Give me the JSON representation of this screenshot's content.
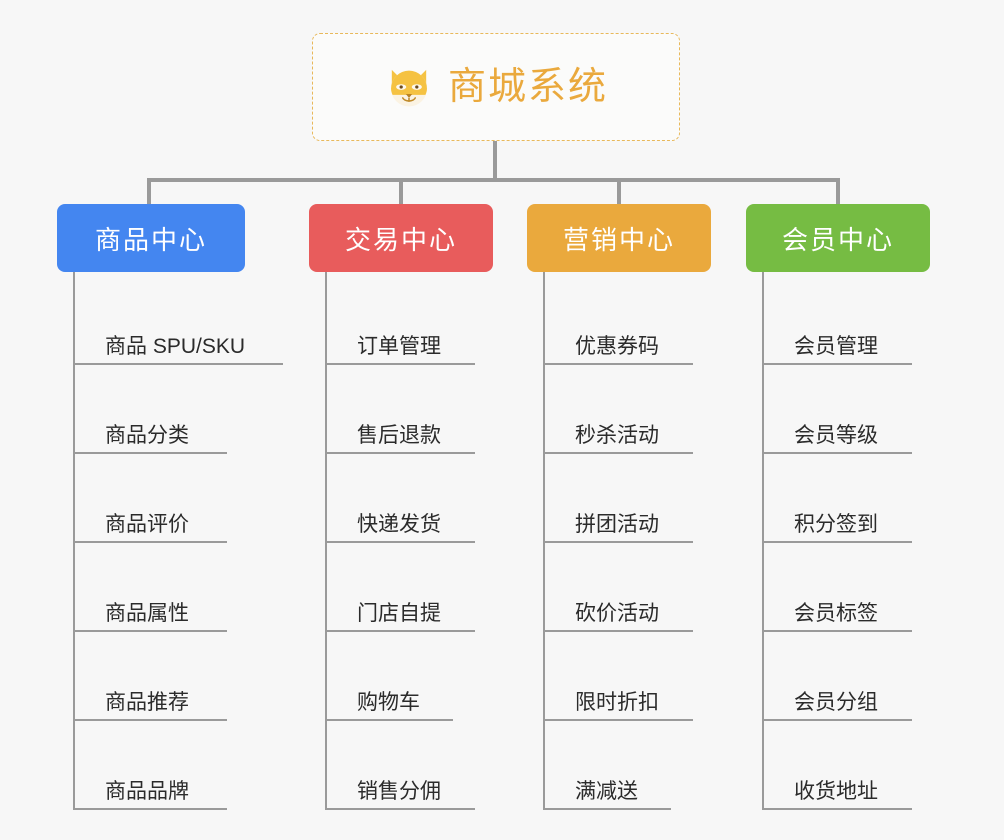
{
  "root": {
    "title": "商城系统",
    "icon": "shiba-dog-icon",
    "accent_color": "#eaa93d",
    "border_color": "#e8b85a"
  },
  "connector_color": "#9a9a9a",
  "columns": [
    {
      "label": "商品中心",
      "color": "#4486f0",
      "color_class": "blue",
      "items": [
        "商品 SPU/SKU",
        "商品分类",
        "商品评价",
        "商品属性",
        "商品推荐",
        "商品品牌"
      ]
    },
    {
      "label": "交易中心",
      "color": "#e85c5c",
      "color_class": "red",
      "items": [
        "订单管理",
        "售后退款",
        "快递发货",
        "门店自提",
        "购物车",
        "销售分佣"
      ]
    },
    {
      "label": "营销中心",
      "color": "#eaa93d",
      "color_class": "orange",
      "items": [
        "优惠券码",
        "秒杀活动",
        "拼团活动",
        "砍价活动",
        "限时折扣",
        "满减送"
      ]
    },
    {
      "label": "会员中心",
      "color": "#76bc43",
      "color_class": "green",
      "items": [
        "会员管理",
        "会员等级",
        "积分签到",
        "会员标签",
        "会员分组",
        "收货地址"
      ]
    }
  ]
}
